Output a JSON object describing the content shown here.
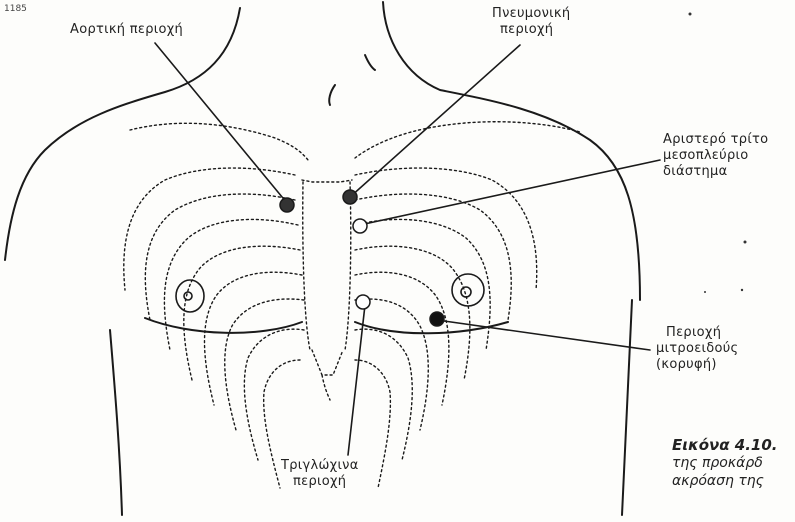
{
  "page_mark": "1185",
  "labels": {
    "aortic": "Αορτική περιοχή",
    "pulmonic": [
      "Πνευμονική",
      "περιοχή"
    ],
    "third_ics": [
      "Αριστερό τρίτο",
      "μεσοπλεύριο",
      "διάστημα"
    ],
    "mitral": [
      "Περιοχή",
      "μιτροειδούς",
      "(κορυφή)"
    ],
    "tricuspid": [
      "Τριγλώχινα",
      "περιοχή"
    ]
  },
  "caption": {
    "title": "Εικόνα 4.10.",
    "line2": "της προκάρδ",
    "line3": "ακρόαση της"
  },
  "colors": {
    "ink": "#1a1a1a",
    "paper": "#fdfdfb"
  }
}
